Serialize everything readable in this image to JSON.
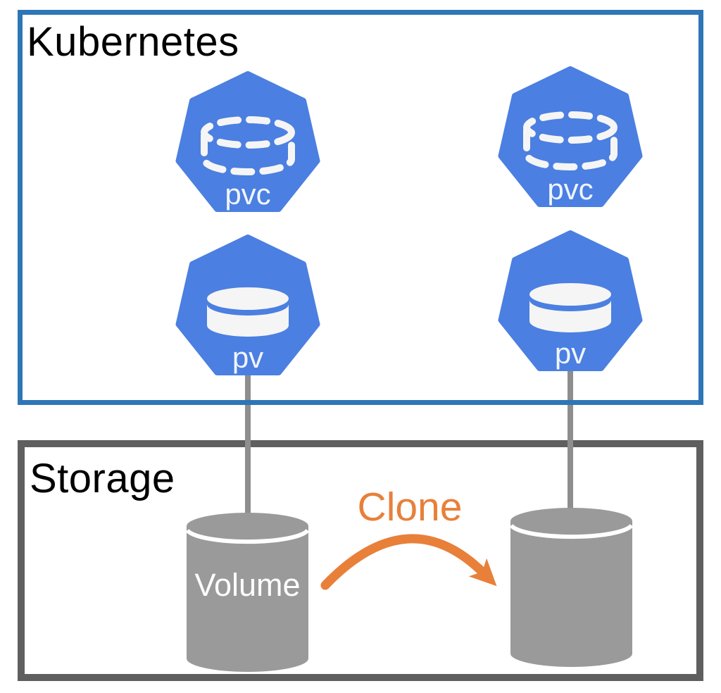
{
  "kubernetes": {
    "title": "Kubernetes",
    "pvc_left": {
      "label": "pvc"
    },
    "pv_left": {
      "label": "pv"
    },
    "pvc_right": {
      "label": "pvc"
    },
    "pv_right": {
      "label": "pv"
    }
  },
  "storage": {
    "title": "Storage",
    "source_volume": {
      "label": "Volume"
    },
    "clone": {
      "label": "Clone"
    }
  },
  "colors": {
    "kubernetes_border": "#2e76b6",
    "storage_border": "#5f5f5f",
    "heptagon_blue": "#4b7fe1",
    "icon_white": "#f5f5f5",
    "cylinder_gray": "#9a9a9a",
    "connector_gray": "#8e8e8e",
    "clone_orange": "#e8803a",
    "title_black": "#000000"
  },
  "icons": {
    "pvc": "dashed-cylinder-icon",
    "pv": "cylinder-icon",
    "clone": "curved-arrow-icon"
  }
}
